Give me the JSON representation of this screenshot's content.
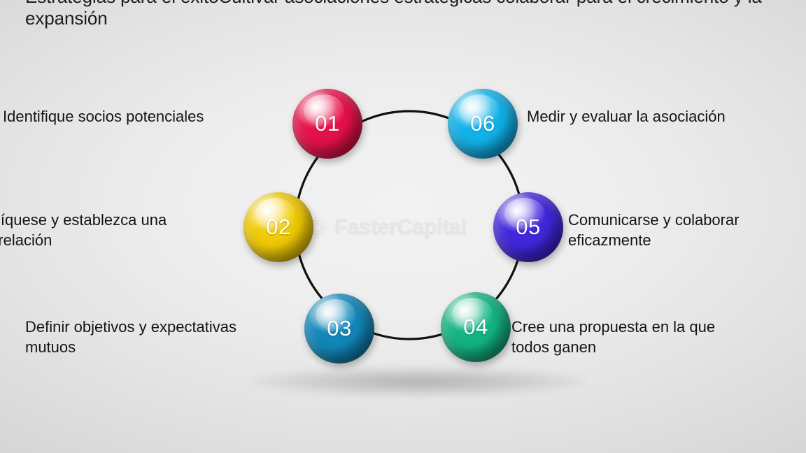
{
  "title": "Estrategias para el éxitoCultivar asociaciones estratégicas colaborar para el crecimiento y la expansión",
  "watermark": {
    "text": "FasterCapital",
    "logo": "gear-icon"
  },
  "diagram": {
    "type": "circular-process",
    "step_count": 6,
    "steps": [
      {
        "number": "01",
        "label": "Identifique socios potenciales",
        "color": "#e8114b",
        "color_dark": "#a50b33",
        "side": "left",
        "position": "top"
      },
      {
        "number": "02",
        "label": "Comuníquese y establezca una\nbuena relación",
        "color": "#f2cc06",
        "color_dark": "#b09200",
        "side": "left",
        "position": "middle"
      },
      {
        "number": "03",
        "label": "Definir objetivos y expectativas\nmutuos",
        "color": "#1288bb",
        "color_dark": "#0b5d83",
        "side": "left",
        "position": "bottom"
      },
      {
        "number": "04",
        "label": "Cree una propuesta en la que\ntodos ganen",
        "color": "#14b584",
        "color_dark": "#0a7e5b",
        "side": "right",
        "position": "bottom"
      },
      {
        "number": "05",
        "label": "Comunicarse y colaborar\neficazmente",
        "color": "#4227de",
        "color_dark": "#2a159c",
        "side": "right",
        "position": "middle"
      },
      {
        "number": "06",
        "label": "Medir y evaluar la asociación",
        "color": "#12b3ea",
        "color_dark": "#0a7ca8",
        "side": "right",
        "position": "top"
      }
    ]
  },
  "colors": {
    "ring_stroke": "#111111",
    "background_center": "#f2f2f2",
    "background_edge": "#d7d7d7",
    "text": "#141414"
  }
}
